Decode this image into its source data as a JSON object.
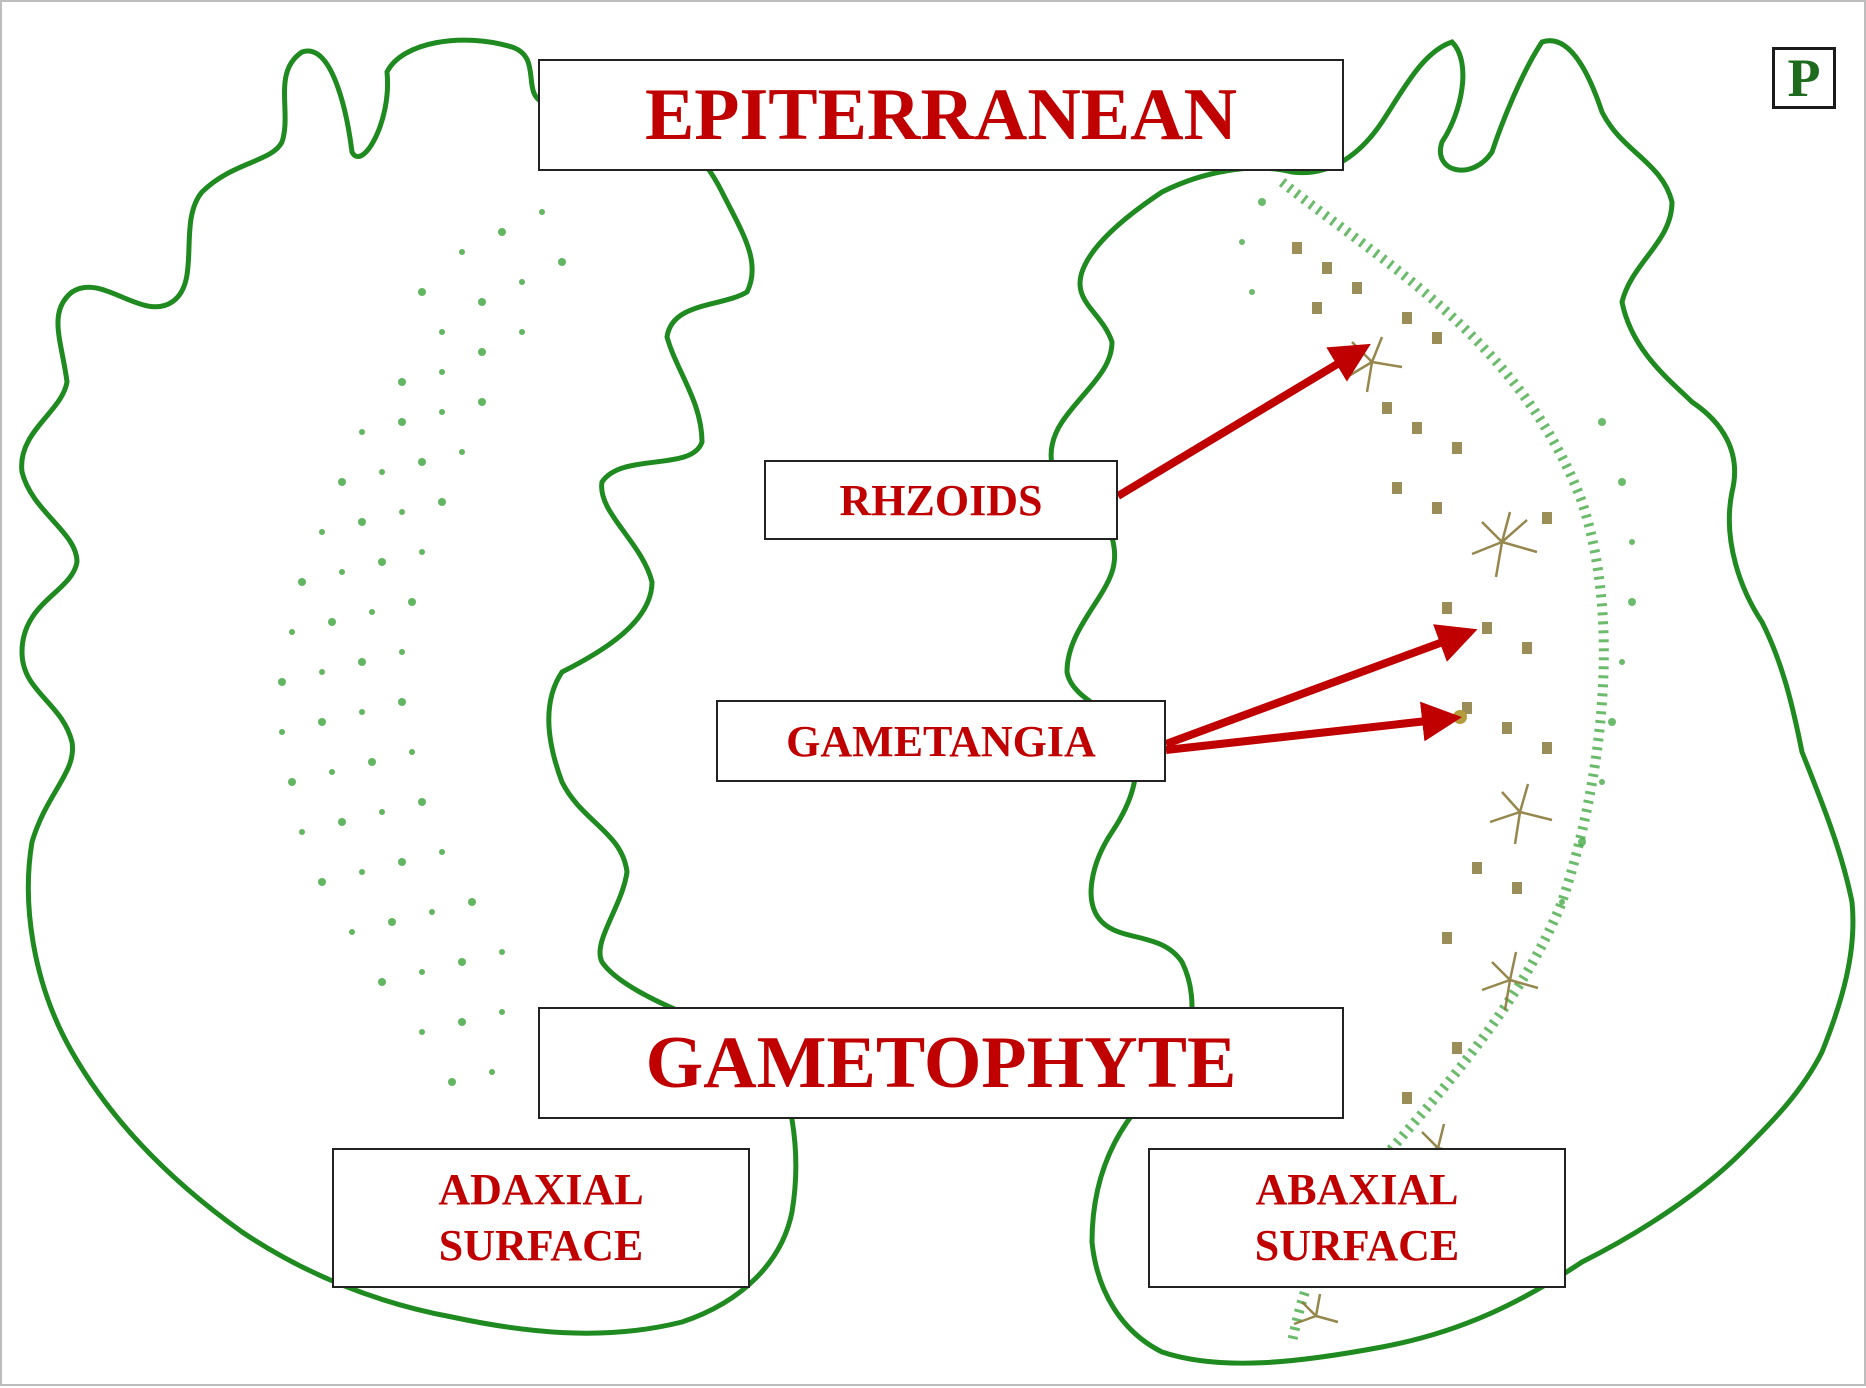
{
  "title_top": "EPITERRANEAN",
  "title_bottom": "GAMETOPHYTE",
  "panel_tag": "P",
  "labels": {
    "rhizoids": "RHZOIDS",
    "gametangia": "GAMETANGIA",
    "adaxial_line1": "ADAXIAL",
    "adaxial_line2": "SURFACE",
    "abaxial_line1": "ABAXIAL",
    "abaxial_line2": "SURFACE"
  },
  "colors": {
    "outline": "#1f8a1f",
    "dots": "#2e9e2e",
    "rhizoid": "#8a7a3a",
    "text": "#c00000",
    "arrow": "#c00000"
  }
}
